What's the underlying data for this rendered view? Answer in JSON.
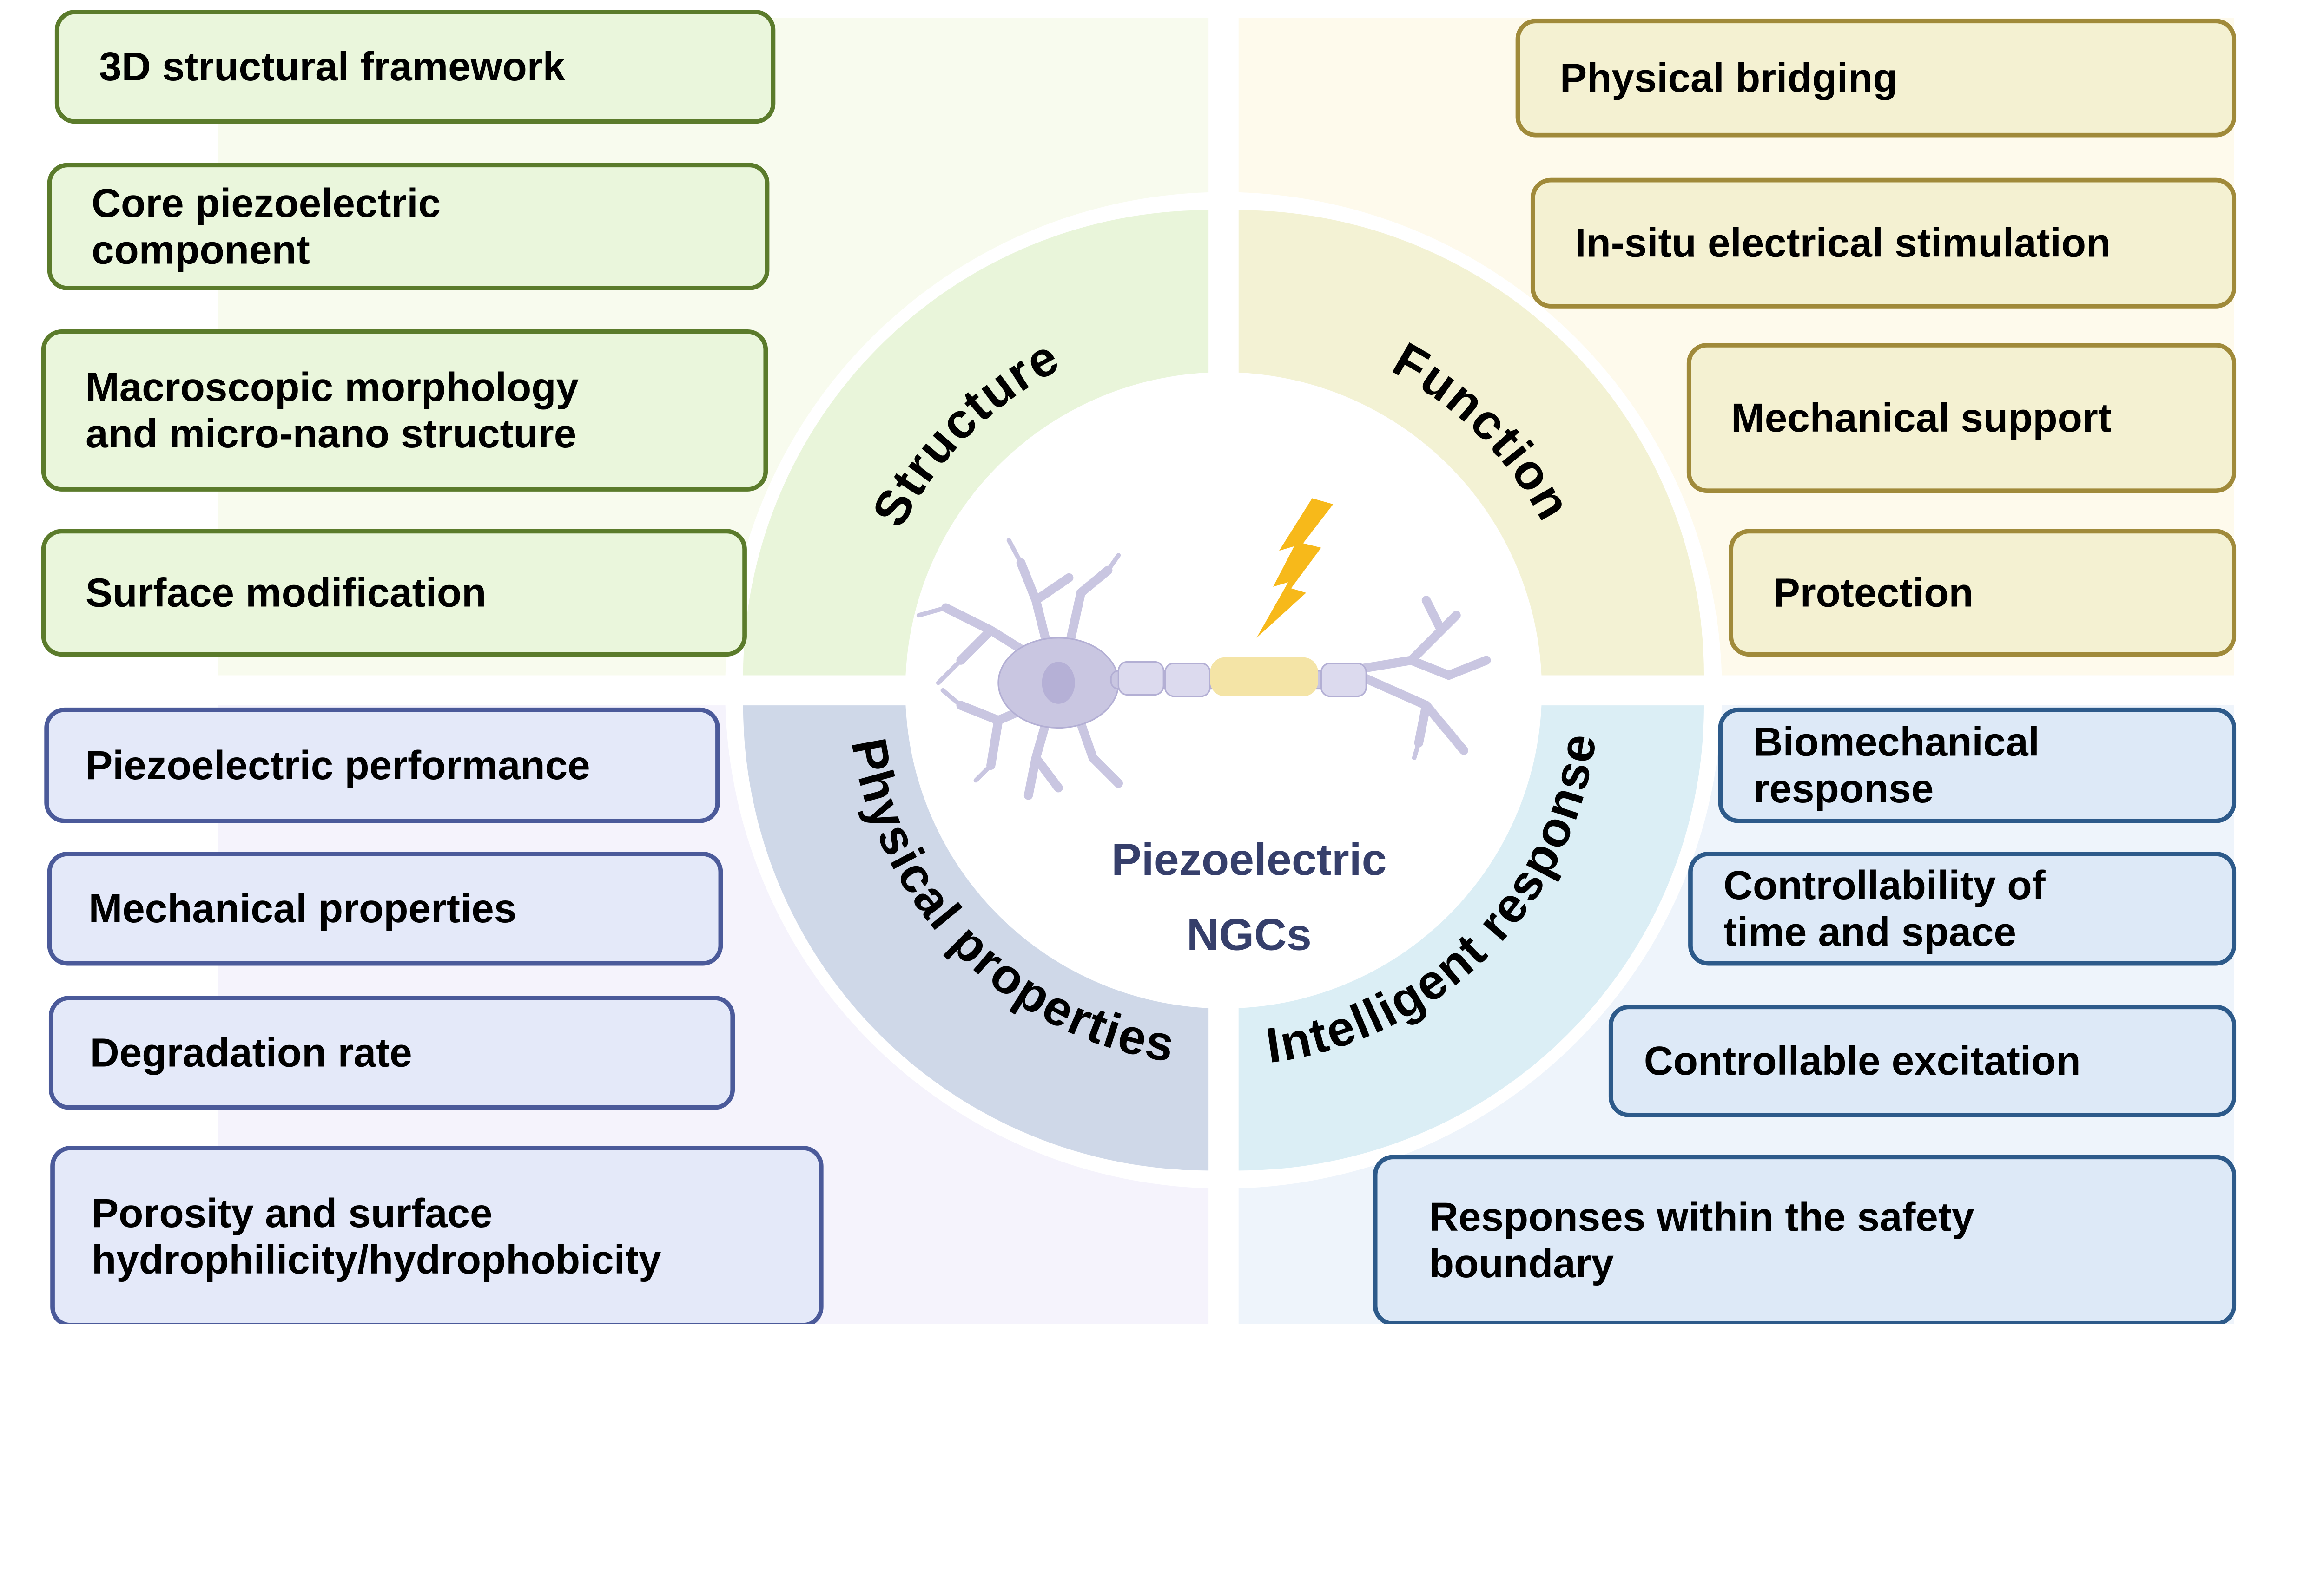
{
  "center": {
    "line1": "Piezoelectric",
    "line2": "NGCs",
    "icons": [
      "neuron-icon",
      "lightning-bolt-icon"
    ]
  },
  "quadrants": {
    "structure": {
      "title": "Structure",
      "sector_color": "#e9f5da",
      "bg_color": "#f8fbee",
      "box_fill": "#eaf6dc",
      "box_stroke": "#5b7b2b",
      "items": [
        [
          "3D structural framework"
        ],
        [
          "Core piezoelectric",
          "component"
        ],
        [
          "Macroscopic morphology",
          "and micro-nano structure"
        ],
        [
          "Surface modification"
        ]
      ]
    },
    "function": {
      "title": "Function",
      "sector_color": "#f3f2d4",
      "bg_color": "#fefaec",
      "box_fill": "#f4f1d2",
      "box_stroke": "#a08a3a",
      "items": [
        [
          "Physical bridging"
        ],
        [
          "In-situ electrical stimulation"
        ],
        [
          "Mechanical support"
        ],
        [
          "Protection"
        ]
      ]
    },
    "physical": {
      "title": "Physical properties",
      "sector_color": "#cfd8e8",
      "bg_color": "#f5f3fc",
      "box_fill": "#e4e9f9",
      "box_stroke": "#4b5a9a",
      "items": [
        [
          "Piezoelectric performance"
        ],
        [
          "Mechanical properties"
        ],
        [
          "Degradation rate"
        ],
        [
          "Porosity and surface",
          "hydrophilicity/hydrophobicity"
        ]
      ]
    },
    "intelligent": {
      "title": "Intelligent response",
      "sector_color": "#dbeef5",
      "bg_color": "#eef4fb",
      "box_fill": "#dde9f7",
      "box_stroke": "#2d5a8a",
      "items": [
        [
          "Biomechanical",
          "response"
        ],
        [
          "Controllability of",
          "time and space"
        ],
        [
          "Controllable excitation"
        ],
        [
          "Responses within the safety",
          "boundary"
        ]
      ]
    }
  }
}
